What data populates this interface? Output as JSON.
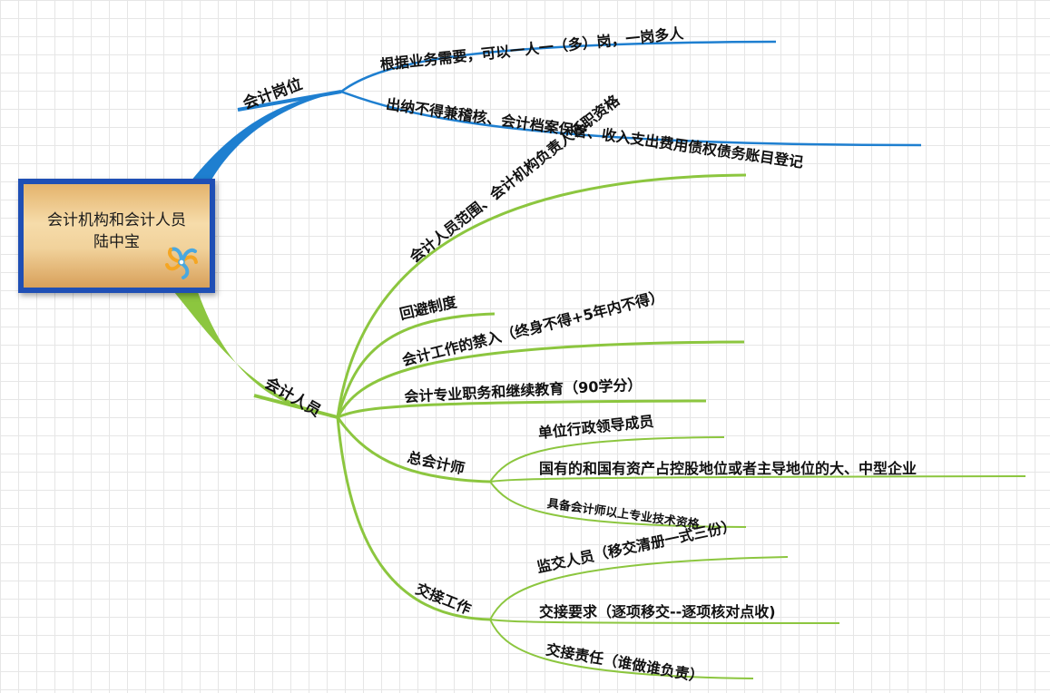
{
  "central": {
    "title": "会计机构和会计人员",
    "subtitle": "陆中宝",
    "logo_icon": "flower-logo-icon"
  },
  "colors": {
    "branch_blue": "#1e7fd0",
    "branch_green": "#8cc63f",
    "central_border": "#1f4fb5"
  },
  "branches": [
    {
      "label": "会计岗位",
      "children": [
        "根据业务需要，可以一人一（多）岗，一岗多人",
        "出纳不得兼稽核、会计档案保管、收入支出费用债权债务账目登记"
      ]
    },
    {
      "label": "会计人员",
      "children": [
        {
          "label": "会计人员范围、会计机构负责人任职资格"
        },
        {
          "label": "回避制度"
        },
        {
          "label": "会计工作的禁入（终身不得+5年内不得）"
        },
        {
          "label": "会计专业职务和继续教育（90学分）"
        },
        {
          "label": "总会计师",
          "children": [
            "单位行政领导成员",
            "国有的和国有资产占控股地位或者主导地位的大、中型企业",
            "具备会计师以上专业技术资格"
          ]
        },
        {
          "label": "交接工作",
          "children": [
            "监交人员（移交清册一式三份）",
            "交接要求（逐项移交--逐项核对点收)",
            "交接责任（谁做谁负责）"
          ]
        }
      ]
    }
  ]
}
